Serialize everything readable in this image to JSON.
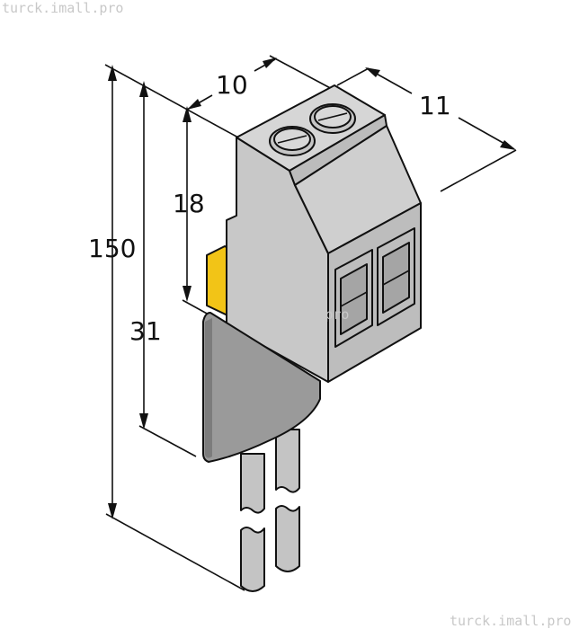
{
  "watermark": {
    "top_left": "turck.imall.pro",
    "center": "turck.imall.pro",
    "bottom_right": "turck.imall.pro"
  },
  "dimensions": {
    "width_top": "10",
    "depth": "11",
    "upper_height": "18",
    "total_height": "150",
    "housing_height": "31"
  },
  "colors": {
    "housing_light": "#d0d0d0",
    "housing_mid": "#bdbdbd",
    "housing_dark": "#a9a9a9",
    "shroud": "#9a9a9a",
    "insert_yellow": "#f2c417",
    "wire": "#c4c4c4"
  }
}
